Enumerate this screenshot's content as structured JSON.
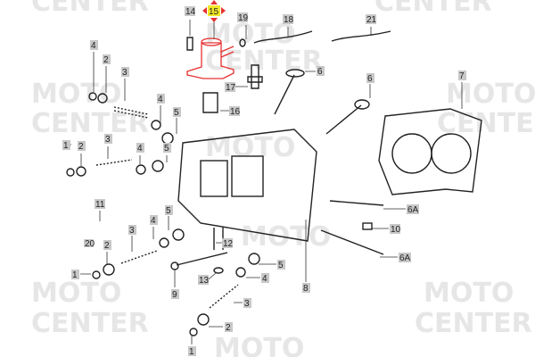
{
  "watermark": {
    "line1": "MOTO",
    "line2": "CENTER"
  },
  "highlight_color": "#f2e82a",
  "selected_color": "#e63030",
  "labels": {
    "p14": "14",
    "p15": "15",
    "p19": "19",
    "p18": "18",
    "p21": "21",
    "p6a": "6",
    "p6b": "6",
    "p7": "7",
    "p17": "17",
    "p16": "16",
    "p4a": "4",
    "p2a": "2",
    "p3a": "3",
    "p4b": "4",
    "p5a": "5",
    "p1a": "1",
    "p2b": "2",
    "p3b": "3",
    "p4c": "4",
    "p5b": "5",
    "p11": "11",
    "p20": "20",
    "p2c": "2",
    "p3c": "3",
    "p4d": "4",
    "p5c": "5",
    "p1b": "1",
    "p12": "12",
    "p13": "13",
    "p9": "9",
    "p5d": "5",
    "p4e": "4",
    "p3d": "3",
    "p2d": "2",
    "p1c": "1",
    "p8": "8",
    "p6A1": "6A",
    "p10": "10",
    "p6A2": "6A"
  }
}
